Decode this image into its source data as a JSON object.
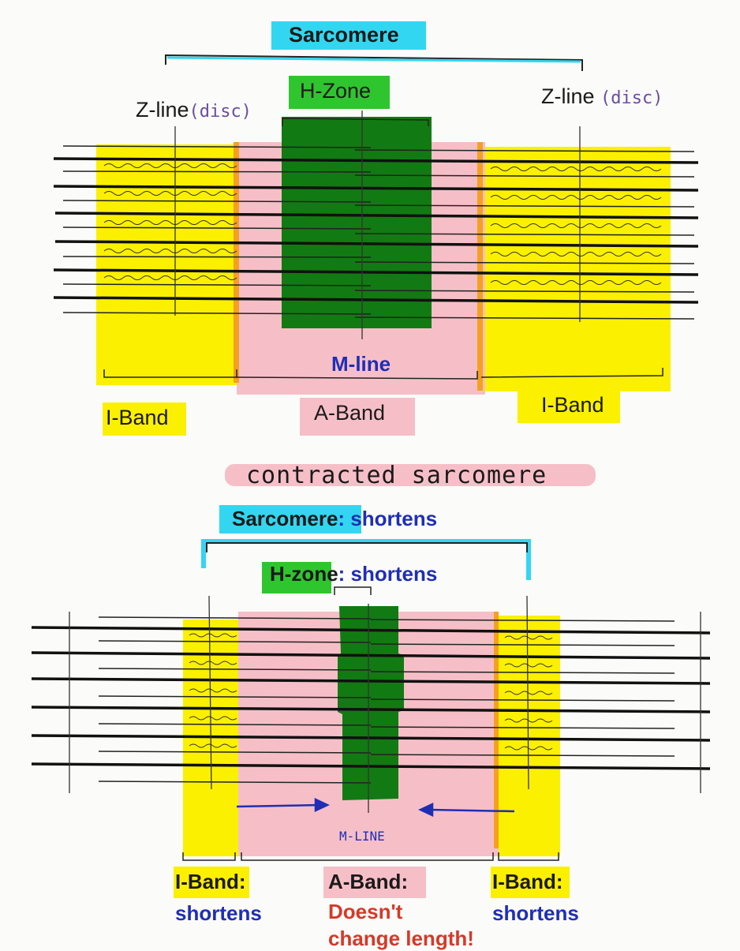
{
  "top": {
    "sarcomere": "Sarcomere",
    "h_zone": "H-Zone",
    "z_line_left": "Z-line",
    "z_line_right": "Z-line",
    "disc": "(disc)",
    "m_line": "M-line",
    "i_band_left": "I-Band",
    "a_band": "A-Band",
    "i_band_right": "I-Band"
  },
  "divider": "contracted sarcomere",
  "bottom": {
    "sarcomere": "Sarcomere",
    "sarcomere_note": ": shortens",
    "h_zone": "H-zone",
    "h_zone_note": ": shortens",
    "m_line": "M-LINE",
    "i_band_left": "I-Band",
    "i_band_left_colon": ":",
    "i_band_left_note": "shortens",
    "a_band": "A-Band",
    "a_band_colon": ":",
    "a_band_note_1": "Doesn't",
    "a_band_note_2": "change length!",
    "i_band_right": "I-Band",
    "i_band_right_colon": ":",
    "i_band_right_note": "shortens"
  },
  "colors": {
    "cyan": "#33d6f0",
    "green": "#2fc52f",
    "dark_green": "#127a12",
    "yellow": "#fbf000",
    "pink": "#f6bfc7",
    "blue_text": "#1e2fb5",
    "red_text": "#d43a2a"
  }
}
